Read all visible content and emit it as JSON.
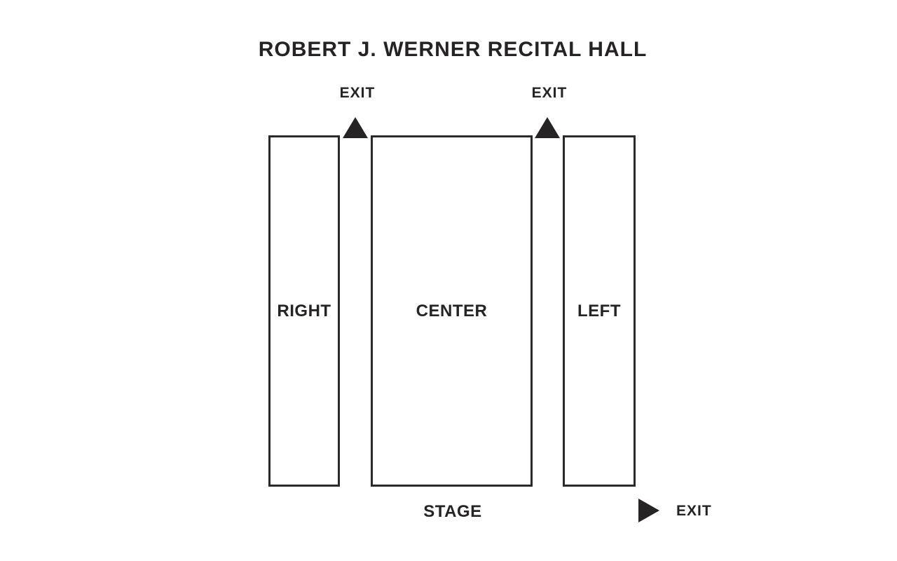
{
  "title": "ROBERT J. WERNER RECITAL HALL",
  "sections": [
    {
      "label": "RIGHT"
    },
    {
      "label": "CENTER"
    },
    {
      "label": "LEFT"
    }
  ],
  "exits": [
    {
      "label": "EXIT",
      "position": "top-left",
      "arrow_direction": "up"
    },
    {
      "label": "EXIT",
      "position": "top-right",
      "arrow_direction": "up"
    },
    {
      "label": "EXIT",
      "position": "bottom-right",
      "arrow_direction": "right"
    }
  ],
  "stage": {
    "label": "STAGE"
  },
  "colors": {
    "ink": "#262324",
    "border": "#2b2a2b",
    "background": "#ffffff"
  }
}
